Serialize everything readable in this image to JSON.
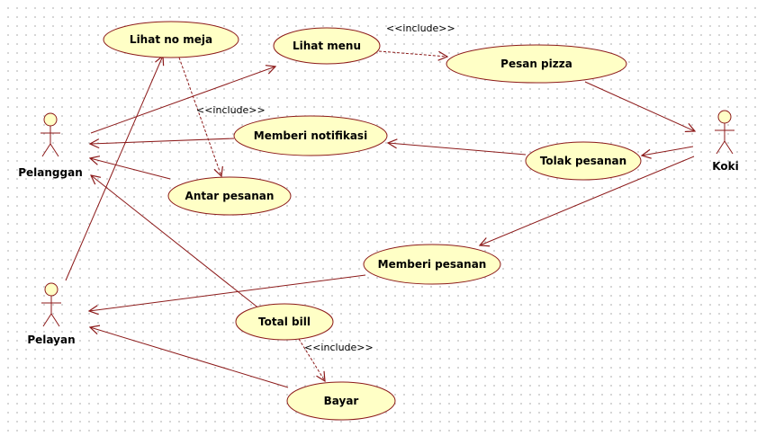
{
  "colors": {
    "ellipse_fill": "#ffffc6",
    "stroke": "#8c1a1a",
    "background": "#ffffff"
  },
  "actors": {
    "pelanggan": "Pelanggan",
    "pelayan": "Pelayan",
    "koki": "Koki"
  },
  "use_cases": {
    "lihat_no_meja": "Lihat no meja",
    "lihat_menu": "Lihat menu",
    "pesan_pizza": "Pesan pizza",
    "memberi_notifikasi": "Memberi notifikasi",
    "tolak_pesanan": "Tolak pesanan",
    "antar_pesanan": "Antar pesanan",
    "memberi_pesanan": "Memberi pesanan",
    "total_bill": "Total bill",
    "bayar": "Bayar"
  },
  "stereotypes": {
    "include_menu_pizza": "<<include>>",
    "include_meja_antar": "<<include>>",
    "include_bill_bayar": "<<include>>"
  }
}
